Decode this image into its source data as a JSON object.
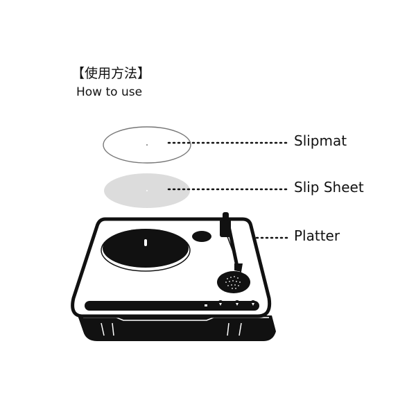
{
  "header": {
    "title_jp": "【使用方法】",
    "title_en": "How to use"
  },
  "parts": [
    {
      "label": "Slipmat",
      "icon": "slipmat-outline"
    },
    {
      "label": "Slip Sheet",
      "icon": "slip-sheet-gray"
    },
    {
      "label": "Platter",
      "icon": "turntable-platter"
    }
  ],
  "colors": {
    "ink": "#111111",
    "slip_sheet": "#dcdcdc",
    "slipmat_outline": "#777777"
  }
}
